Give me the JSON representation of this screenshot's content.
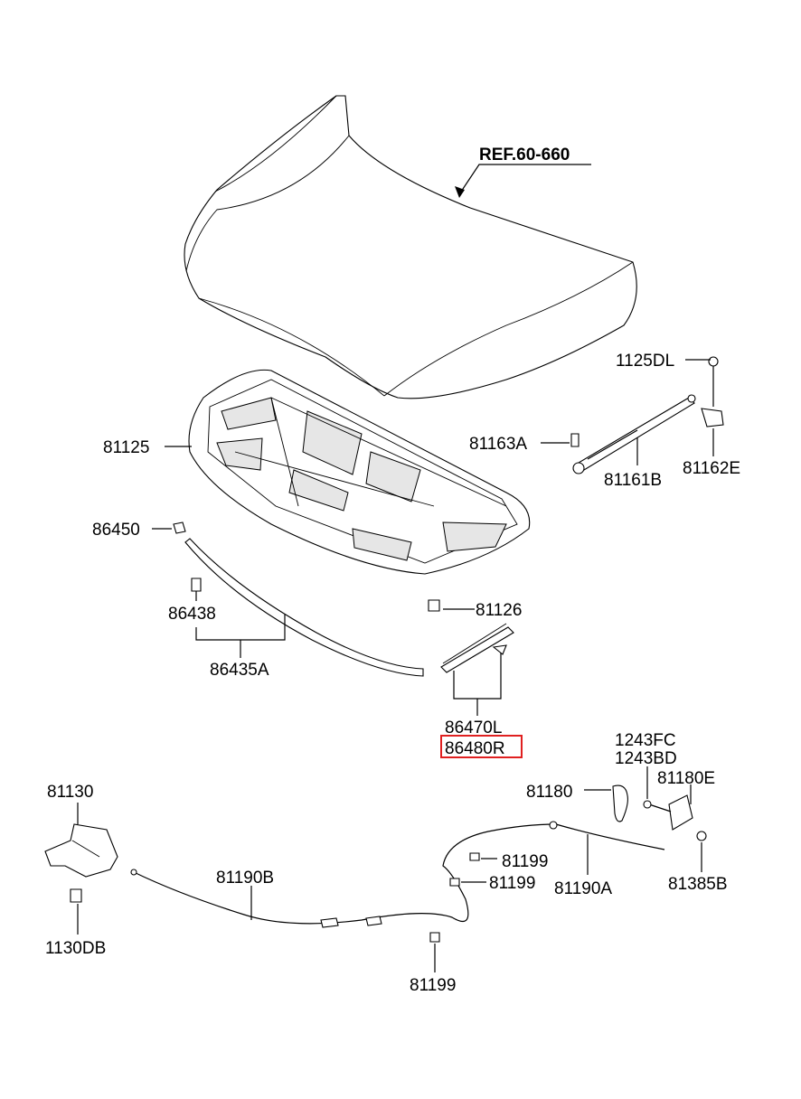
{
  "reference_label": "REF.60-660",
  "parts": {
    "p1125DL": "1125DL",
    "p81125": "81125",
    "p81163A": "81163A",
    "p81161B": "81161B",
    "p81162E": "81162E",
    "p86450": "86450",
    "p86438": "86438",
    "p81126": "81126",
    "p86435A": "86435A",
    "p86470L": "86470L",
    "p86480R": "86480R",
    "p1243FC": "1243FC",
    "p1243BD": "1243BD",
    "p81130": "81130",
    "p81180": "81180",
    "p81180E": "81180E",
    "p81199a": "81199",
    "p81199b": "81199",
    "p81199c": "81199",
    "p81190B": "81190B",
    "p81190A": "81190A",
    "p81385B": "81385B",
    "p1130DB": "1130DB"
  },
  "highlighted_part": "86480R",
  "highlight_color": "#e02020"
}
